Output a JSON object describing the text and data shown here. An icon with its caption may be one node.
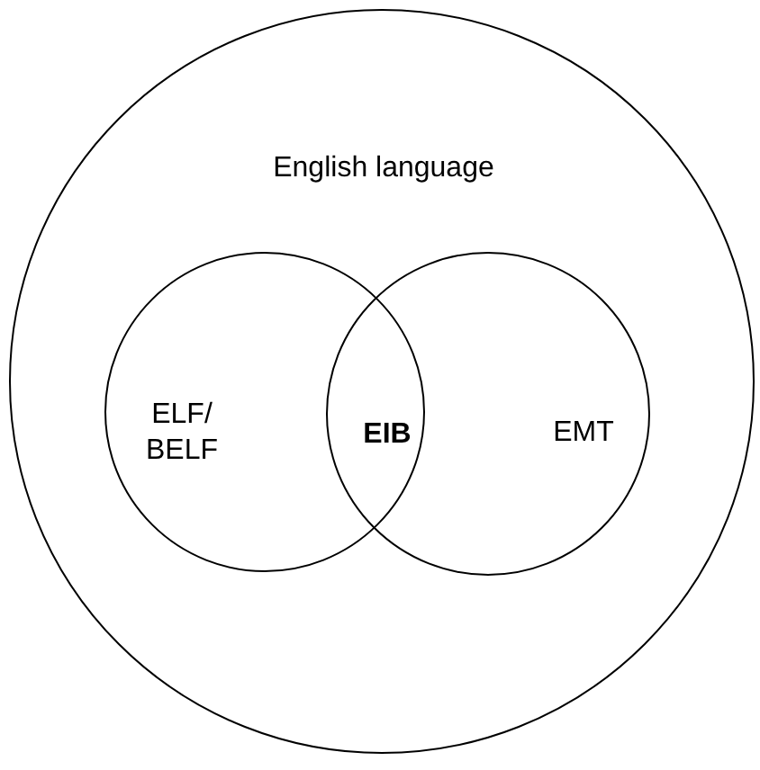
{
  "diagram": {
    "nodes": [
      {
        "text": [
          "English language"
        ]
      },
      {
        "text": [
          "ELF/ BELF"
        ],
        "in": 0
      },
      {
        "text": [
          "EMT"
        ],
        "in": 0
      }
    ],
    "labels": [
      "EIB"
    ]
  }
}
